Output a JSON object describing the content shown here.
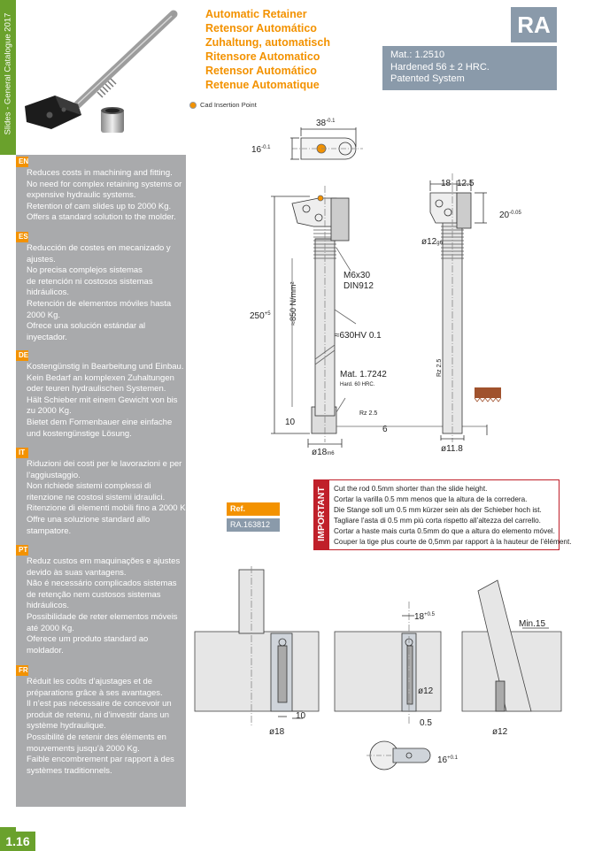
{
  "sidebar": {
    "catalogue_label": "Slides - General Catalogue 2017",
    "page_number": "1.16"
  },
  "header": {
    "titles": [
      "Automatic Retainer",
      "Retensor Automático",
      "Zuhaltung, automatisch",
      "Ritensore Automatico",
      "Retensor Automático",
      "Retenue Automatique"
    ],
    "code": "RA",
    "material": [
      "Mat.: 1.2510",
      "Hardened 56 ± 2 HRC.",
      "Patented System"
    ],
    "cad_note": "Cad Insertion Point"
  },
  "languages": [
    {
      "tag": "EN",
      "lines": [
        "Reduces costs in machining and fitting.",
        "No need for complex retaining systems or",
        "expensive hydraulic systems.",
        "Retention of cam slides up to 2000 Kg.",
        "Offers a standard solution to the molder."
      ]
    },
    {
      "tag": "ES",
      "lines": [
        "Reducción de costes en mecanizado y",
        "ajustes.",
        "No precisa complejos sistemas",
        "de retención ni costosos sistemas",
        "hidráulicos.",
        "Retención de elementos móviles hasta",
        "2000 Kg.",
        "Ofrece una solución estándar al",
        "inyectador."
      ]
    },
    {
      "tag": "DE",
      "lines": [
        "Kostengünstig in Bearbeitung und Einbau.",
        "Kein Bedarf an komplexen Zuhaltungen",
        "oder teuren hydraulischen Systemen.",
        "Hält Schieber mit einem Gewicht von bis",
        "zu 2000 Kg.",
        "Bietet dem Formenbauer eine einfache",
        "und kostengünstige Lösung."
      ]
    },
    {
      "tag": "IT",
      "lines": [
        "Riduzioni dei costi per le lavorazioni e per",
        "l’aggiustaggio.",
        "Non richiede sistemi complessi di",
        "ritenzione ne costosi sistemi idraulici.",
        "Ritenzione di elementi mobili fino a 2000 Kg.",
        "Offre una soluzione standard allo",
        "stampatore."
      ]
    },
    {
      "tag": "PT",
      "lines": [
        "Reduz custos em maquinações e ajustes",
        "devido às suas vantagens.",
        "Não é necessário complicados sistemas",
        "de retenção nem custosos sistemas",
        "hidráulicos.",
        "Possibilidade de reter elementos móveis",
        "até 2000 Kg.",
        "Oferece um produto standard ao",
        "moldador."
      ]
    },
    {
      "tag": "FR",
      "lines": [
        "Réduit les coûts d’ajustages et de",
        "préparations grâce à ses avantages.",
        "Il n’est pas nécessaire de concevoir un",
        "produit de retenu, ni d’investir dans un",
        "système hydraulique.",
        "Possibilité de retenir des éléments en",
        "mouvements jusqu’à 2000 Kg.",
        "Faible encombrement par rapport à des",
        "systèmes traditionnels."
      ]
    }
  ],
  "drawing_labels": {
    "d38": "38",
    "d38_tol": "-0.1",
    "d16": "16",
    "d16_tol": "-0.1",
    "d18": "18",
    "d12_5": "12.5",
    "d20": "20",
    "d20_tol": "-0.05",
    "o12g6": "ø12",
    "o12g6_tol": "g6",
    "screw": "M6x30",
    "screw_std": "DIN912",
    "n850": "≈850 N/mm²",
    "d250": "250",
    "d250_tol": "+5",
    "hv": "≈630HV 0.1",
    "mat": "Mat. 1.7242",
    "mat_hard": "Hard. 60 HRC.",
    "rz": "Rz 2.5",
    "d10": "10",
    "d6": "6",
    "o18m6": "ø18",
    "o18m6_tol": "m6",
    "o11_8": "ø11.8",
    "d18_05": "18",
    "d18_05_tol": "+0.5",
    "min15": "Min.15",
    "o12": "ø12",
    "d10b": "10",
    "o18": "ø18",
    "d0_5": "0.5",
    "o12b": "ø12",
    "d16b": "16",
    "d16b_tol": "+0.1"
  },
  "reference": {
    "label": "Ref.",
    "value": "RA.163812"
  },
  "important": {
    "tag": "IMPORTANT",
    "lines": [
      "Cut the rod 0.5mm shorter than the slide height.",
      "Cortar la varilla 0.5 mm menos que la altura de la corredera.",
      "Die Stange soll um 0.5 mm kürzer sein als der Schieber hoch ist.",
      "Tagliare l’asta di 0.5 mm più corta rispetto all’altezza del carrello.",
      "Cortar a haste mais curta 0.5mm do que a altura do elemento móvel.",
      "Couper la tige plus courte de 0,5mm par rapport à la hauteur de l’élément."
    ]
  },
  "colors": {
    "accent": "#f39200",
    "green": "#6aa12c",
    "grey": "#8a9aaa",
    "red": "#c0202a"
  }
}
